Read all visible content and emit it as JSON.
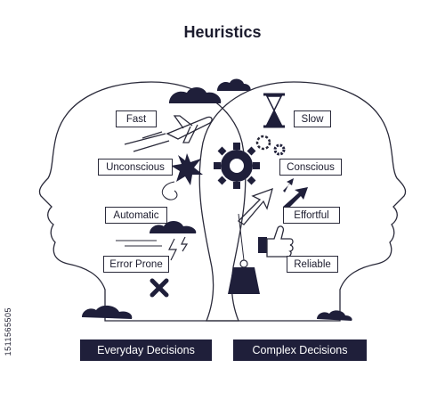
{
  "title": "Heuristics",
  "left_traits": [
    "Fast",
    "Unconscious",
    "Automatic",
    "Error Prone"
  ],
  "right_traits": [
    "Slow",
    "Conscious",
    "Effortful",
    "Reliable"
  ],
  "left_banner": "Everyday Decisions",
  "right_banner": "Complex Decisions",
  "stock_id": "1511565505",
  "colors": {
    "ink": "#1f1f3a",
    "line": "#2a2a3a",
    "background": "#ffffff"
  },
  "icons": [
    "airplane-icon",
    "burst-icon",
    "storm-cloud-icon",
    "x-mark-icon",
    "hourglass-icon",
    "gears-icon",
    "growth-arrow-icon",
    "thumbs-up-icon",
    "weight-icon",
    "cloud-icon"
  ]
}
